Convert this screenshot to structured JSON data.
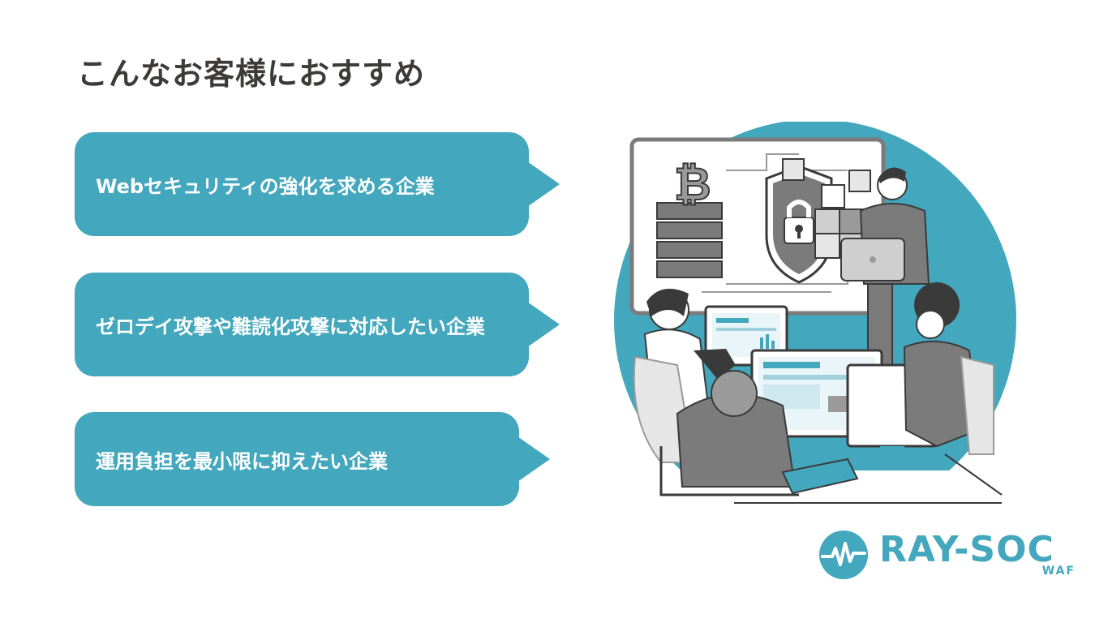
{
  "slide": {
    "title": "こんなお客様におすすめ",
    "items": [
      {
        "label": "Webセキュリティの強化を求める企業"
      },
      {
        "label": "ゼロデイ攻撃や難読化攻撃に対応したい企業"
      },
      {
        "label": "運用負担を最小限に抑えたい企業"
      }
    ]
  },
  "logo": {
    "text": "RAY-SOC",
    "subtext": "WAF"
  },
  "colors": {
    "accent": "#43a7bd",
    "title": "#3d3a39",
    "illustration_gray": "#7b7b7b",
    "illustration_dark": "#3a3a3a"
  }
}
